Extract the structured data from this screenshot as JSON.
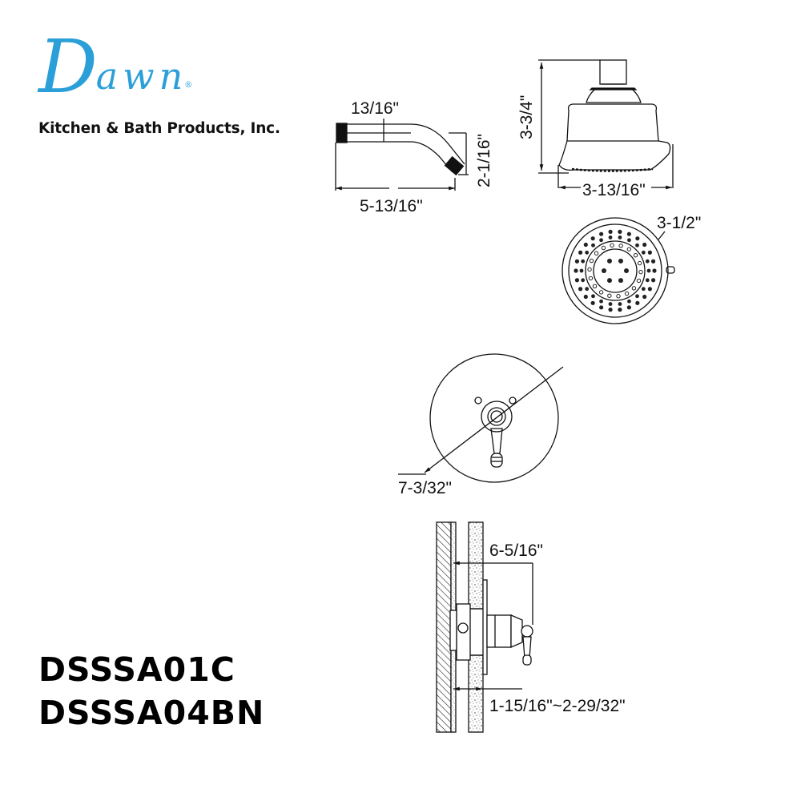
{
  "brand": {
    "logo_initial": "D",
    "logo_rest": "awn",
    "logo_mark": "®",
    "company": "Kitchen & Bath Products, Inc.",
    "accent_color": "#2a9fd8"
  },
  "models": [
    "DSSSA01C",
    "DSSSA04BN"
  ],
  "drawings": {
    "shower_arm": {
      "dims": {
        "diameter": "13/16\"",
        "drop": "2-1/16\"",
        "length": "5-13/16\""
      }
    },
    "shower_head_side": {
      "dims": {
        "height": "3-3/4\"",
        "width": "3-13/16\""
      }
    },
    "shower_head_face": {
      "dims": {
        "diameter": "3-1/2\""
      }
    },
    "trim_plate_front": {
      "dims": {
        "diameter": "7-3/32\""
      }
    },
    "valve_section": {
      "dims": {
        "projection": "6-5/16\"",
        "wall_range": "1-15/16\"~2-29/32\""
      }
    }
  }
}
